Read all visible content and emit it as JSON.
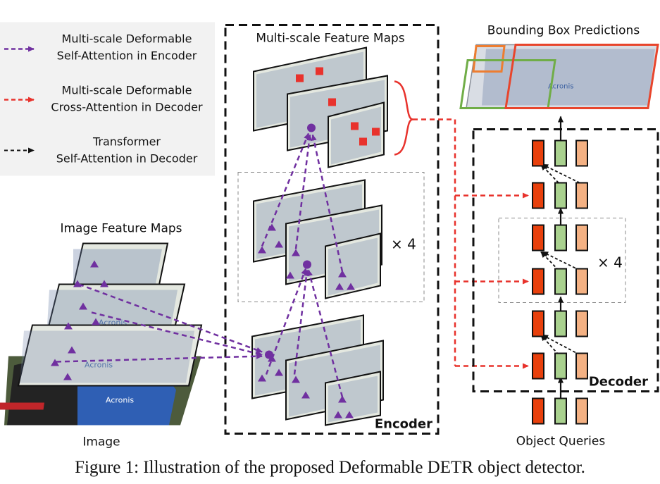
{
  "legend": {
    "encoder_line1": "Multi-scale Deformable",
    "encoder_line2": "Self-Attention in Encoder",
    "cross_line1": "Multi-scale Deformable",
    "cross_line2": "Cross-Attention in Decoder",
    "self_line1": "Transformer",
    "self_line2": "Self-Attention in Decoder"
  },
  "labels": {
    "multi_scale_feature_maps": "Multi-scale Feature Maps",
    "bounding_box_predictions": "Bounding Box Predictions",
    "image_feature_maps": "Image Feature Maps",
    "image": "Image",
    "encoder": "Encoder",
    "decoder": "Decoder",
    "object_queries": "Object Queries",
    "repeat_encoder": "× 4",
    "repeat_decoder": "× 4"
  },
  "image_text": {
    "sponsor": "Acronis"
  },
  "colors": {
    "encoder_attention": "#7030a0",
    "cross_attention": "#e8322c",
    "self_attention": "#111111",
    "query_red": "#e8400c",
    "query_green": "#a9d18e",
    "query_orange": "#f4b183",
    "box_orange": "#ed7d31",
    "box_green": "#70ad47",
    "box_red": "#e8452c"
  },
  "caption": "Figure 1: Illustration of the proposed Deformable DETR object detector."
}
